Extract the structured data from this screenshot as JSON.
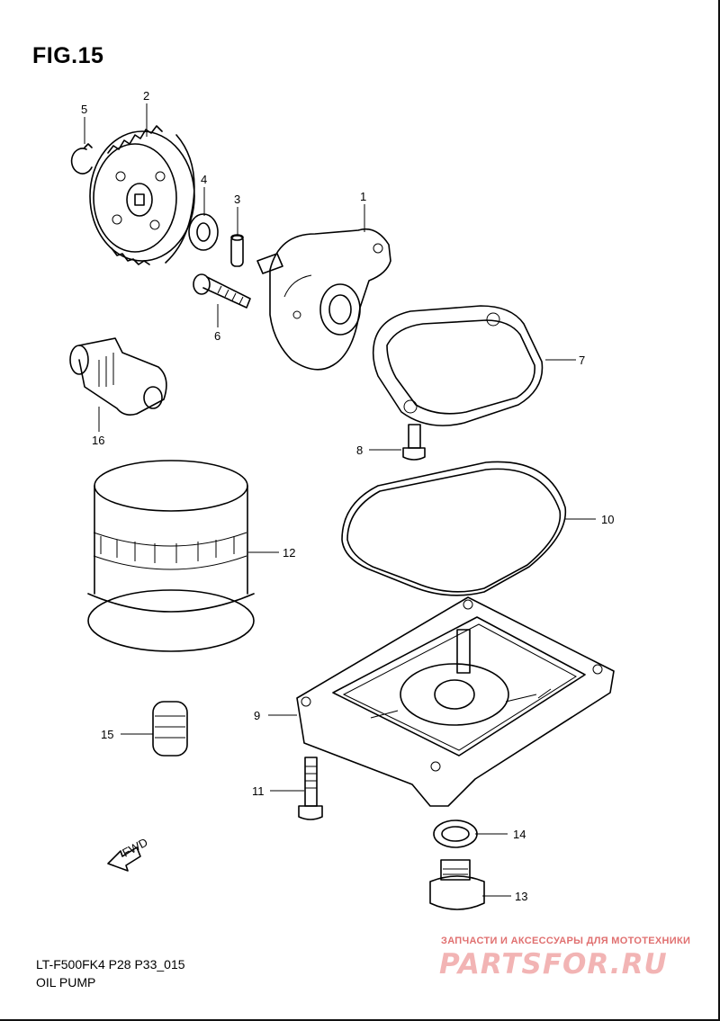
{
  "figure": {
    "title": "FIG.15",
    "code": "LT-F500FK4 P28 P33_015",
    "name": "OIL PUMP",
    "fwd_label": "FWD"
  },
  "callouts": {
    "c1": "1",
    "c2": "2",
    "c3": "3",
    "c4": "4",
    "c5": "5",
    "c6": "6",
    "c7": "7",
    "c8": "8",
    "c9": "9",
    "c10": "10",
    "c11": "11",
    "c12": "12",
    "c13": "13",
    "c14": "14",
    "c15": "15",
    "c16": "16"
  },
  "watermark": {
    "tagline": "ЗАПЧАСТИ И АКСЕССУАРЫ ДЛЯ МОТОТЕХНИКИ",
    "logo": "PARTSFOR.RU"
  }
}
